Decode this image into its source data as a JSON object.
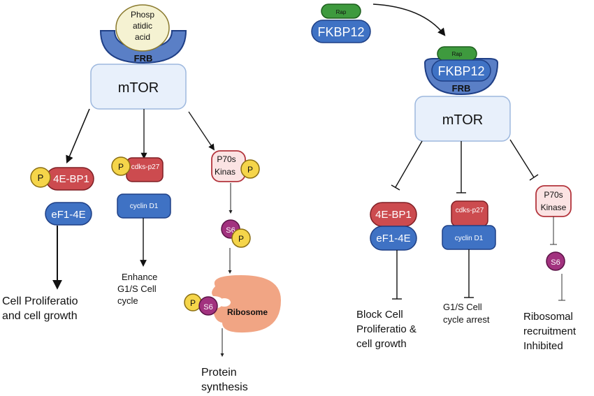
{
  "colors": {
    "mtor_fill": "#e8f0fb",
    "mtor_stroke": "#9db8de",
    "frb_fill": "#5a7fc6",
    "frb_stroke": "#1f3f86",
    "pa_fill": "#f5f2d2",
    "pa_stroke": "#8a7a2e",
    "red_fill": "#cc4b4f",
    "red_stroke": "#7e1e24",
    "blue_fill": "#3f72c4",
    "blue_stroke": "#1e3f85",
    "p_fill": "#f5d54a",
    "p_stroke": "#8a6e12",
    "pink_fill": "#fbe3e3",
    "pink_stroke": "#b3343c",
    "s6_fill": "#a2327f",
    "s6_stroke": "#5b1246",
    "green_fill": "#3e9a3e",
    "green_stroke": "#1d5e1d",
    "ribosome_fill": "#f1a584"
  },
  "left": {
    "phosphatidic_acid": [
      "Phosp",
      "atidic",
      "acid"
    ],
    "frb": "FRB",
    "mtor": "mTOR",
    "branch1": {
      "p": "P",
      "protein": "4E-BP1",
      "partner": "eF1-4E",
      "outcome": [
        "Cell Proliferatio",
        "and  cell growth"
      ]
    },
    "branch2": {
      "p": "P",
      "protein": "cdks-p27",
      "partner": "cyclin D1",
      "outcome": [
        "Enhance",
        "G1/S Cell",
        "cycle"
      ]
    },
    "branch3": {
      "kinase": [
        "P70s",
        "Kinas"
      ],
      "p": "P",
      "s6": "S6",
      "p2": "P",
      "ribosome": "Ribosome",
      "p3": "P",
      "s6b": "S6",
      "outcome": [
        "Protein",
        "synthesis"
      ]
    }
  },
  "right": {
    "free_complex": {
      "rap": "Rap",
      "fkbp": "FKBP12"
    },
    "bound_complex": {
      "rap": "Rap",
      "fkbp": "FKBP12",
      "frb": "FRB"
    },
    "mtor": "mTOR",
    "branch1": {
      "protein": "4E-BP1",
      "partner": "eF1-4E",
      "outcome": [
        "Block Cell",
        "Proliferatio &",
        " cell growth"
      ]
    },
    "branch2": {
      "protein": "cdks-p27",
      "partner": "cyclin D1",
      "outcome": [
        "G1/S Cell",
        "cycle arrest"
      ]
    },
    "branch3": {
      "kinase": [
        "P70s",
        "Kinase"
      ],
      "s6": "S6",
      "outcome": [
        "Ribosomal",
        "recruitment",
        "Inhibited"
      ]
    }
  }
}
